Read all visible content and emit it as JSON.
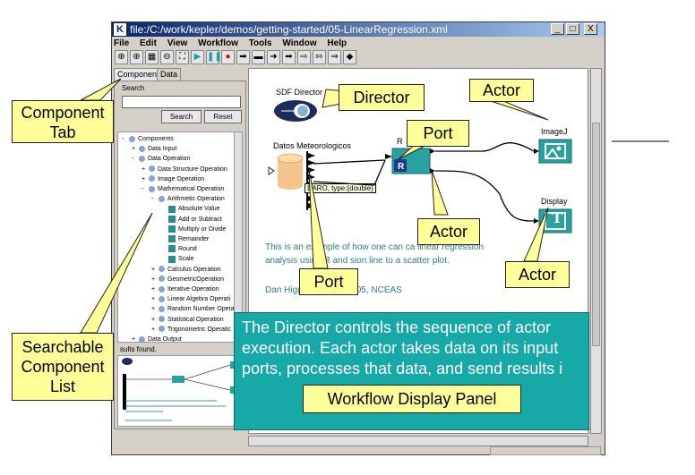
{
  "window": {
    "title": "file:/C:/work/kepler/demos/getting-started/05-LinearRegression.xml",
    "logo": "K",
    "controls": [
      "_",
      "□",
      "X"
    ]
  },
  "menu": [
    "File",
    "Edit",
    "View",
    "Workflow",
    "Tools",
    "Window",
    "Help"
  ],
  "toolbar_icons": [
    "zoom-in-icon",
    "zoom-in-alt-icon",
    "zoom-reset-icon",
    "zoom-out-icon",
    "zoom-fit-icon",
    "run-icon",
    "pause-icon",
    "stop-icon",
    "arrow-right-icon",
    "port-icon",
    "input-port-icon",
    "output-port-icon",
    "io-port-icon",
    "multiport-icon",
    "relation-icon",
    "diamond-icon"
  ],
  "left_panel": {
    "tabs": [
      "Components",
      "Data"
    ],
    "search_label": "Search",
    "search_button": "Search",
    "reset_button": "Reset",
    "tree": [
      {
        "label": "Components",
        "level": 0,
        "kind": "dot",
        "expand": "-"
      },
      {
        "label": "Data Input",
        "level": 1,
        "kind": "dot",
        "expand": "+"
      },
      {
        "label": "Data Operation",
        "level": 1,
        "kind": "dot",
        "expand": "-"
      },
      {
        "label": "Data Structure Operation",
        "level": 2,
        "kind": "dot",
        "expand": "+"
      },
      {
        "label": "Image Operation",
        "level": 2,
        "kind": "dot",
        "expand": "+"
      },
      {
        "label": "Mathematical Operation",
        "level": 2,
        "kind": "dot",
        "expand": "-"
      },
      {
        "label": "Arithmetic Operation",
        "level": 3,
        "kind": "dot",
        "expand": "-"
      },
      {
        "label": "Absolute Value",
        "level": 4,
        "kind": "ico",
        "expand": ""
      },
      {
        "label": "Add or Subtract",
        "level": 4,
        "kind": "ico",
        "expand": ""
      },
      {
        "label": "Multiply or Divide",
        "level": 4,
        "kind": "ico",
        "expand": ""
      },
      {
        "label": "Remainder",
        "level": 4,
        "kind": "ico",
        "expand": ""
      },
      {
        "label": "Round",
        "level": 4,
        "kind": "ico",
        "expand": ""
      },
      {
        "label": "Scale",
        "level": 4,
        "kind": "ico",
        "expand": ""
      },
      {
        "label": "Calculus Operation",
        "level": 3,
        "kind": "dot",
        "expand": "+"
      },
      {
        "label": "GeometricOperation",
        "level": 3,
        "kind": "dot",
        "expand": "+"
      },
      {
        "label": "Iterative Operation",
        "level": 3,
        "kind": "dot",
        "expand": "+"
      },
      {
        "label": "Linear Algebra Operati",
        "level": 3,
        "kind": "dot",
        "expand": "+"
      },
      {
        "label": "Random Number Opera",
        "level": 3,
        "kind": "dot",
        "expand": "+"
      },
      {
        "label": "Statistical Operation",
        "level": 3,
        "kind": "dot",
        "expand": "+"
      },
      {
        "label": "Trigonometric Operatic",
        "level": 3,
        "kind": "dot",
        "expand": "+"
      },
      {
        "label": "Data Output",
        "level": 1,
        "kind": "dot",
        "expand": "+"
      }
    ],
    "results_label": "sults found."
  },
  "workflow": {
    "director_label": "SDF Director",
    "data_source_label": "Datos Meteorologicos",
    "r_label": "R",
    "r_icon_letter": "R",
    "imagej_label": "ImageJ",
    "display_label": "Display",
    "display_icon_letter": "T",
    "port_tooltip": "BARO, type:{double}",
    "description": "This is an example of how one can ca linear regression analysis using R and sion line to a scatter plot.",
    "credit": "Dan Higgins, March 2005, NCEAS"
  },
  "callouts": {
    "component_tab": "Component Tab",
    "director": "Director",
    "actor_top": "Actor",
    "port_top": "Port",
    "actor_mid": "Actor",
    "actor_bottom": "Actor",
    "port_bottom": "Port",
    "searchable_list": "Searchable Component List",
    "blue_note": "The Director controls the sequence of actor execution. Each actor takes data on its input ports, processes that data, and send results i",
    "workflow_panel": "Workflow Display Panel"
  },
  "colors": {
    "callout_yellow": "#ffff99",
    "note_teal": "#17a8a8",
    "actor_teal": "#2aa1a1",
    "workflow_text": "#2a7f7f",
    "title_blue": "#0a246a"
  }
}
